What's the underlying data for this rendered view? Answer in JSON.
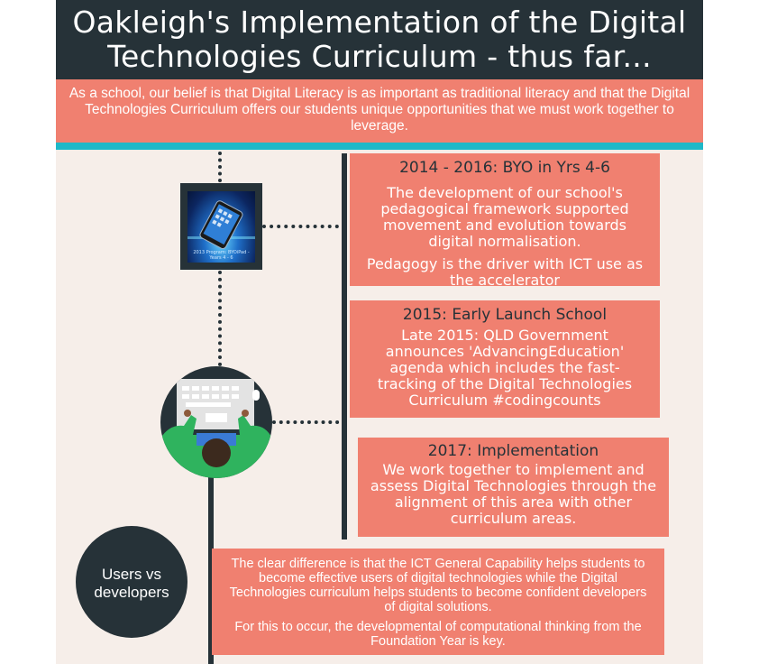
{
  "header": {
    "title_line1": "Oakleigh's Implementation of the Digital",
    "title_line2": "Technologies Curriculum - thus far..."
  },
  "intro": {
    "text": "As a school, our belief is that Digital Literacy is as important as traditional literacy and that the Digital Technologies Curriculum offers our students unique opportunities that we must work together to leverage."
  },
  "timeline": [
    {
      "heading": "2014 - 2016:   BYO in Yrs 4-6",
      "body": "The development of our school's pedagogical framework supported movement and evolution towards digital normalisation.",
      "body2": "Pedagogy is the driver with ICT use as the accelerator"
    },
    {
      "heading": "2015:   Early Launch School",
      "body": "Late 2015:    QLD Government announces 'AdvancingEducation' agenda which includes the fast-tracking of the Digital Technologies Curriculum #codingcounts"
    },
    {
      "heading": "2017:   Implementation",
      "body": "We work together to implement and assess Digital Technologies through the alignment of this area with other curriculum areas."
    }
  ],
  "photo": {
    "caption": "2013 Program: BYOiPad - Years 4 - 6"
  },
  "users_vs_developers": {
    "label_line1": "Users vs",
    "label_line2": "developers",
    "body": "The clear difference is that the ICT General Capability helps students to become effective users of digital technologies while the Digital Technologies curriculum helps students to become confident developers of digital solutions.",
    "body2": "For this to occur, the developmental of computational thinking from the Foundation Year is key."
  },
  "colors": {
    "dark": "#263238",
    "salmon": "#f08070",
    "teal": "#1fb8c8",
    "cream": "#f6eee9"
  },
  "icons": [
    "tablet-photo-icon",
    "laptop-user-icon"
  ]
}
